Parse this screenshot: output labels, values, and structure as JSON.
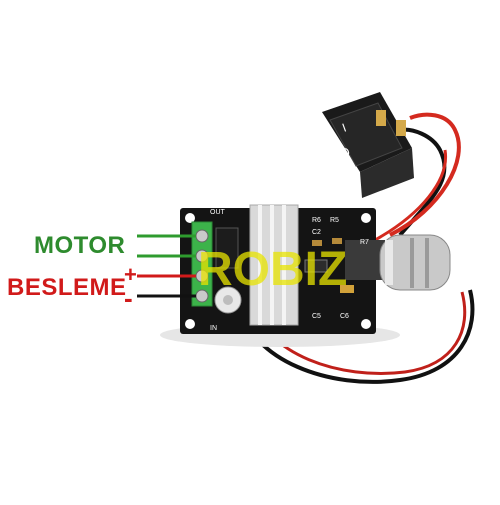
{
  "labels": {
    "motor": "MOTOR",
    "besleme": "BESLEME",
    "plus": "+",
    "minus": "-"
  },
  "watermark": {
    "text": "ROBIZ"
  },
  "board": {
    "out": "OUT",
    "in": "IN",
    "c2": "C2",
    "r5": "R5",
    "r6": "R6",
    "c5": "C5",
    "c6": "C6",
    "r7": "R7"
  },
  "switch": {
    "on_mark": "I",
    "off_mark": "O"
  },
  "colors": {
    "motor_wire": "#2e9b2e",
    "supply_plus": "#d11a1a",
    "supply_minus": "#111111",
    "board": "#111111",
    "terminal": "#3cb34a"
  }
}
